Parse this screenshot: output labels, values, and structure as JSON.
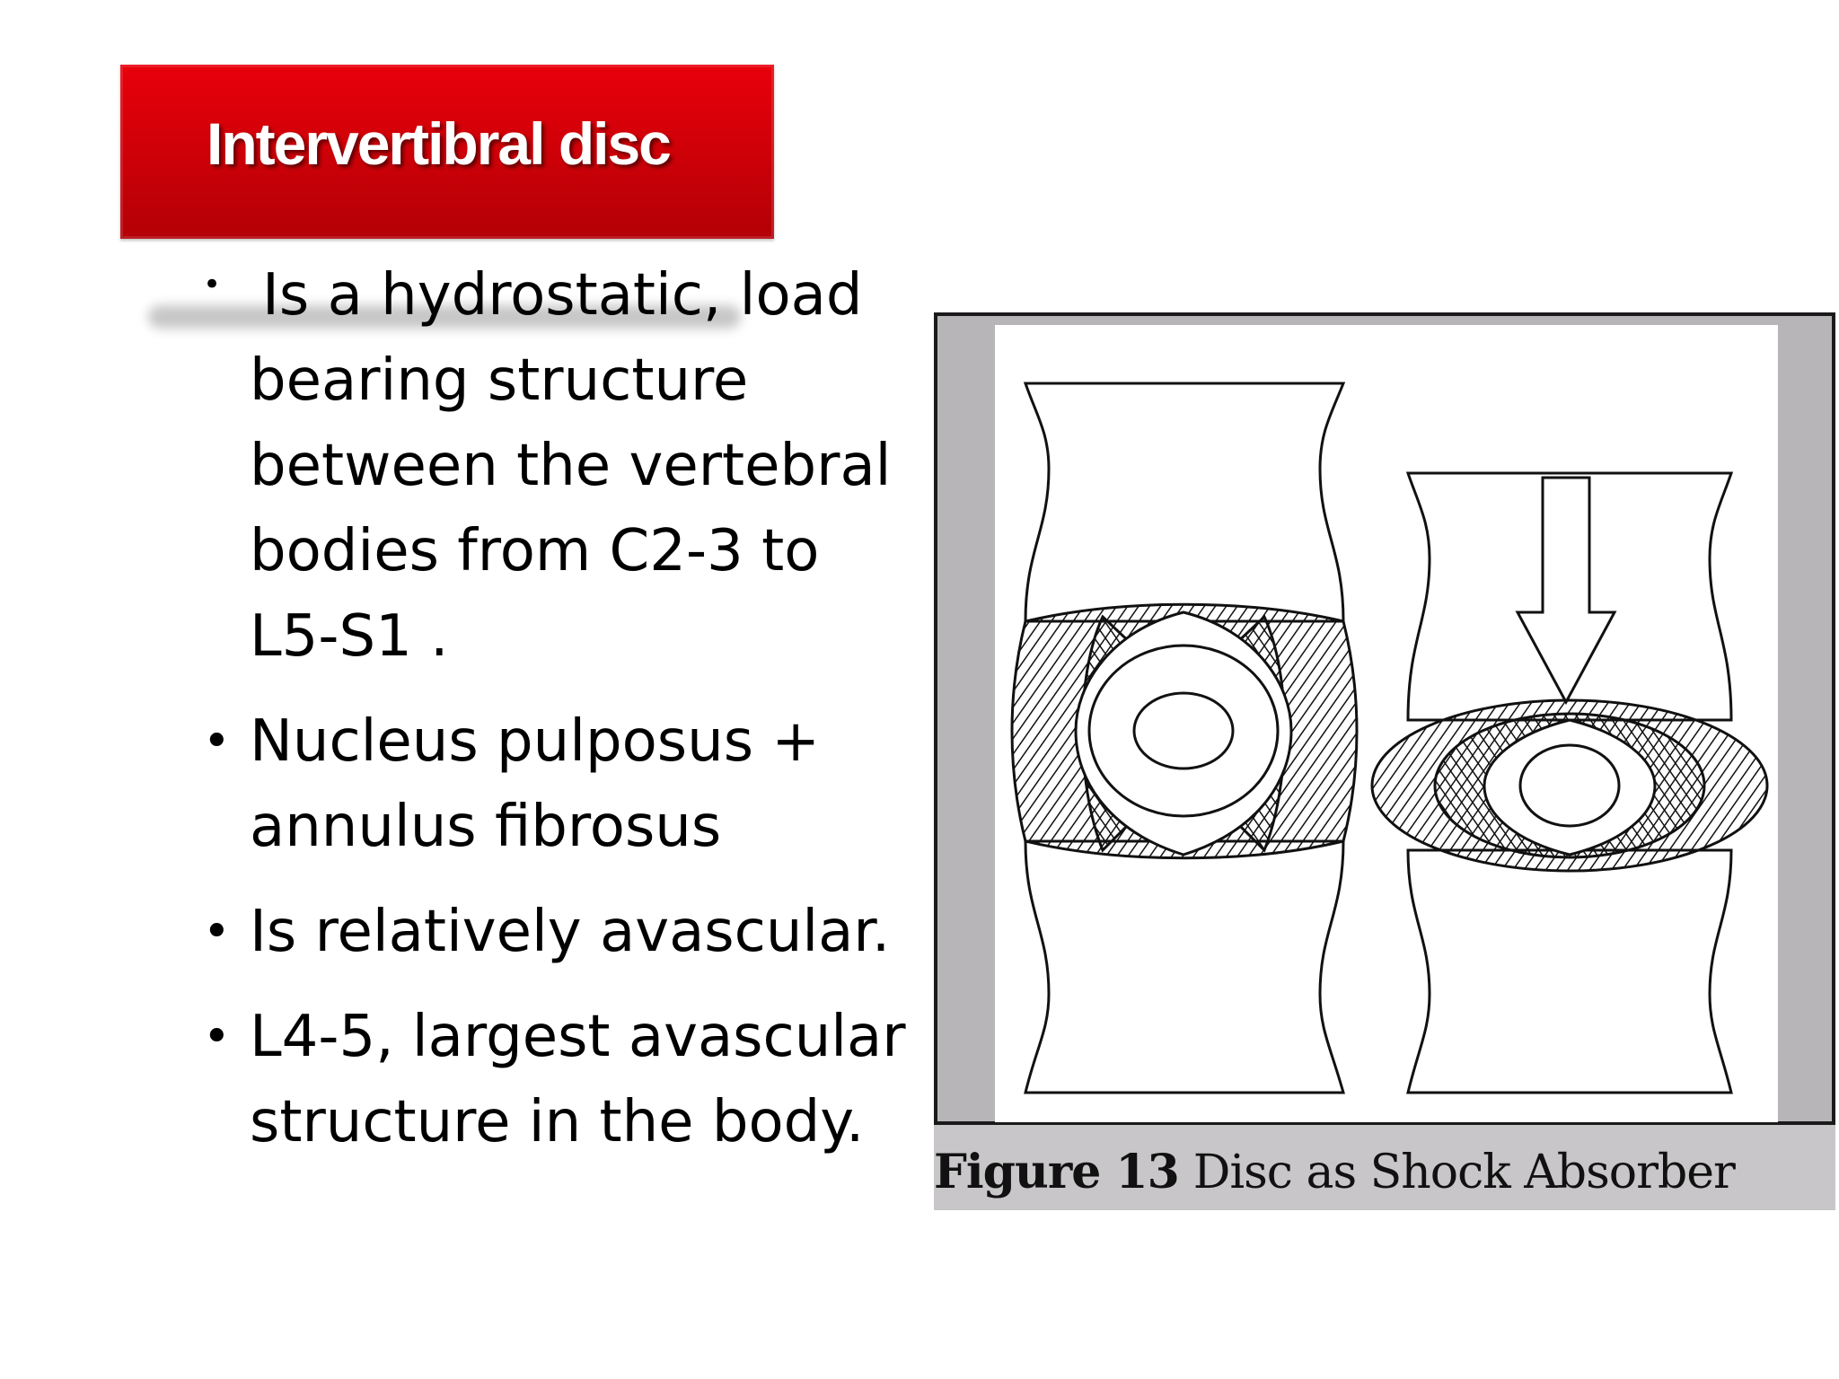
{
  "slide": {
    "title": "Intervertibral disc",
    "bullets": [
      "Is a hydrostatic, load bearing structure between the vertebral bodies from C2-3 to L5-S1 .",
      "Nucleus pulposus + annulus fibrosus",
      "Is relatively avascular.",
      "L4-5, largest avascular structure in the body."
    ]
  },
  "figure": {
    "label": "Figure 13",
    "caption": "Disc as Shock Absorber",
    "icons": [
      "vertebra-column-uncompressed",
      "vertebra-column-compressed",
      "down-arrow-icon"
    ]
  },
  "colors": {
    "title_bg": "#cc0008",
    "title_text": "#ffffff",
    "frame_border": "#1a1a1a",
    "frame_bg": "#b7b5b8",
    "caption_bg": "#c8c6c8"
  }
}
